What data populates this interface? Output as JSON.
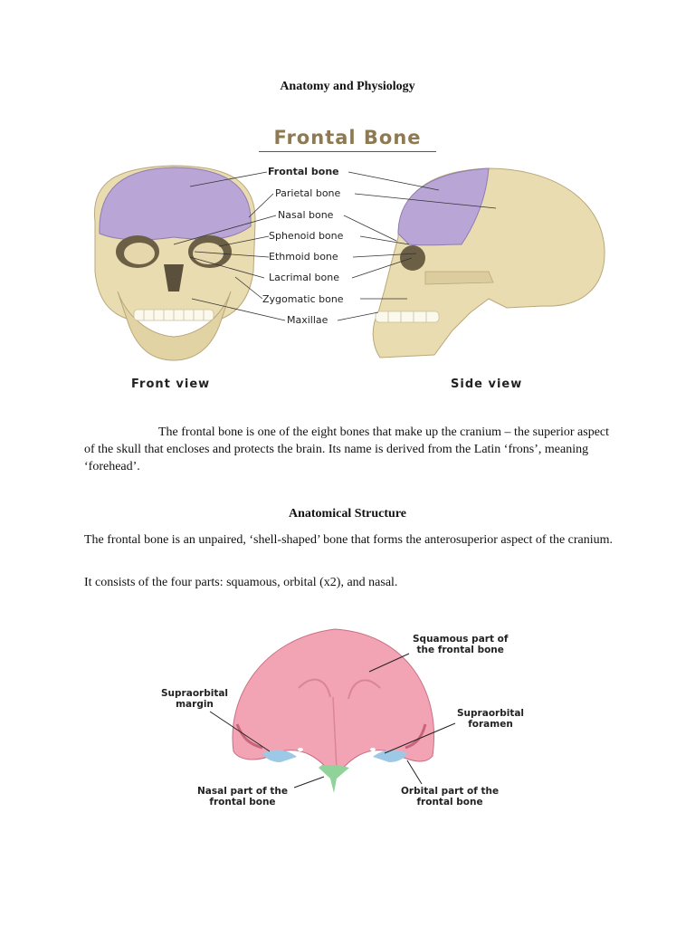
{
  "document": {
    "title": "Anatomy and Physiology"
  },
  "figure1": {
    "title": "Frontal Bone",
    "labels": {
      "frontal_bone": "Frontal bone",
      "parietal_bone": "Parietal bone",
      "nasal_bone": "Nasal bone",
      "sphenoid_bone": "Sphenoid bone",
      "ethmoid_bone": "Ethmoid bone",
      "lacrimal_bone": "Lacrimal bone",
      "zygomatic_bone": "Zygomatic bone",
      "maxillae": "Maxillae"
    },
    "front_view_label": "Front view",
    "side_view_label": "Side view",
    "colors": {
      "frontal": "#b9a6d6",
      "bone": "#e9dcb1",
      "title": "#8d7a52"
    }
  },
  "intro_paragraph": "The frontal bone is one of the eight bones that make up the cranium – the superior aspect of the skull that encloses and protects the brain. Its name is derived from the Latin ‘frons’, meaning ‘forehead’.",
  "section": {
    "heading": "Anatomical Structure",
    "paragraph1": "The frontal bone is an unpaired, ‘shell-shaped’ bone that forms the anterosuperior aspect of the cranium.",
    "paragraph2": "It consists of the four parts: squamous, orbital (x2), and nasal."
  },
  "figure2": {
    "labels": {
      "squamous_1": "Squamous part of",
      "squamous_2": "the frontal bone",
      "supraorbital_margin_1": "Supraorbital",
      "supraorbital_margin_2": "margin",
      "supraorbital_foramen_1": "Supraorbital",
      "supraorbital_foramen_2": "foramen",
      "nasal_part_1": "Nasal part of the",
      "nasal_part_2": "frontal bone",
      "orbital_part_1": "Orbital part of the",
      "orbital_part_2": "frontal bone"
    },
    "colors": {
      "bone": "#f2a4b4",
      "orbital": "#9ec9e6",
      "nasal": "#8fd39b"
    }
  }
}
